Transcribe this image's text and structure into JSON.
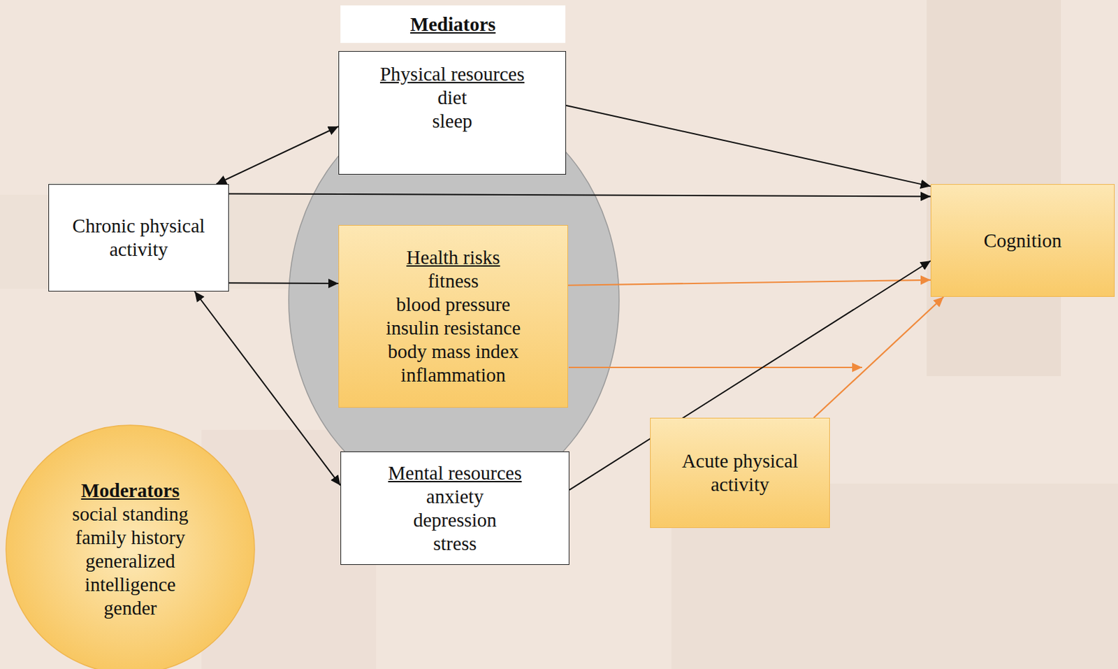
{
  "diagram": {
    "nodes": [
      {
        "text": [
          "Chronic physical activity"
        ]
      },
      {
        "text": [
          "Mediators"
        ]
      },
      {
        "text": [
          "Physical resources",
          "diet",
          "sleep"
        ]
      },
      {
        "text": [
          "Health risks",
          "fitness",
          "blood pressure",
          "insulin resistance",
          "body mass index",
          "inflammation"
        ]
      },
      {
        "text": [
          "Mental resources",
          "anxiety",
          "depression",
          "stress"
        ]
      },
      {
        "text": [
          "Cognition"
        ]
      },
      {
        "text": [
          "Acute physical activity"
        ]
      },
      {
        "text": [
          "Moderators",
          "social standing",
          "family history",
          "generalized intelligence",
          "gender"
        ]
      }
    ],
    "edges": [
      {
        "from": 0,
        "to": 2,
        "arrow": "both"
      },
      {
        "from": 0,
        "to": 5,
        "arrow": "to"
      },
      {
        "from": 0,
        "to": 3,
        "arrow": "to"
      },
      {
        "from": 0,
        "to": 4,
        "arrow": "both"
      },
      {
        "from": 2,
        "to": 5,
        "arrow": "to"
      },
      {
        "from": 3,
        "to": 5,
        "arrow": "to"
      },
      {
        "from": 4,
        "to": 5,
        "arrow": "to"
      },
      {
        "from": 6,
        "to": 5,
        "arrow": "to"
      }
    ]
  }
}
